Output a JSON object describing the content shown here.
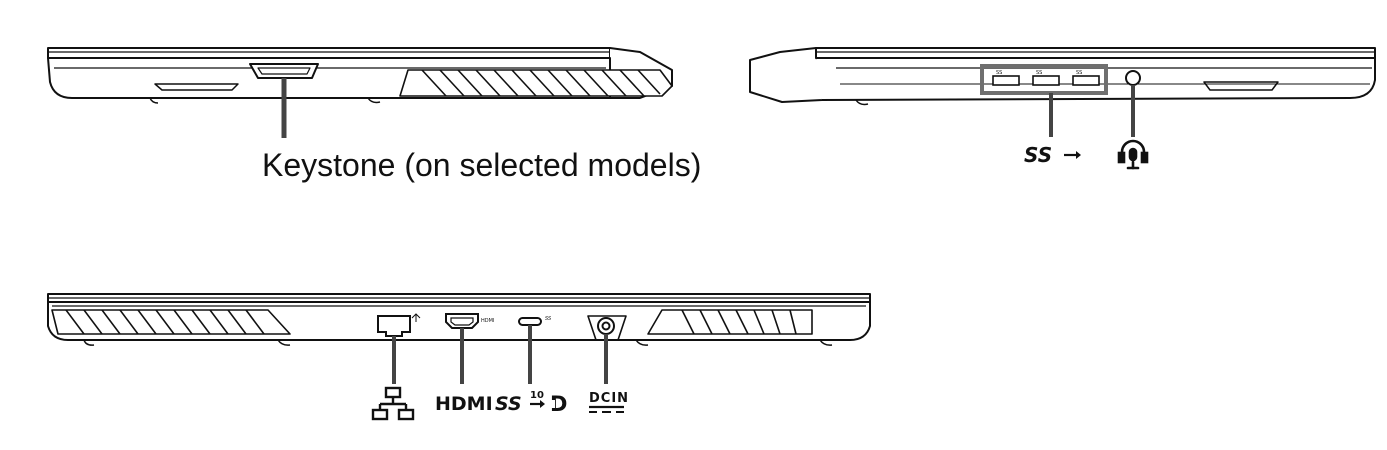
{
  "labels": {
    "keystone": "Keystone (on selected models)",
    "hdmi": "HDMI",
    "hdmi_port_tag": "HDMI",
    "ss": "SS",
    "usbc_speed": "10",
    "dp_symbol": "D",
    "dcin": "DCIN"
  },
  "colors": {
    "line": "#111111",
    "callout": "#444444",
    "port_box": "#6f6f6f"
  },
  "icons": {
    "superspeed": "superspeed-usb-icon",
    "headset": "headset-jack-icon",
    "lan": "network-lan-icon",
    "displayport": "displayport-icon",
    "dc_in": "dc-in-icon"
  }
}
